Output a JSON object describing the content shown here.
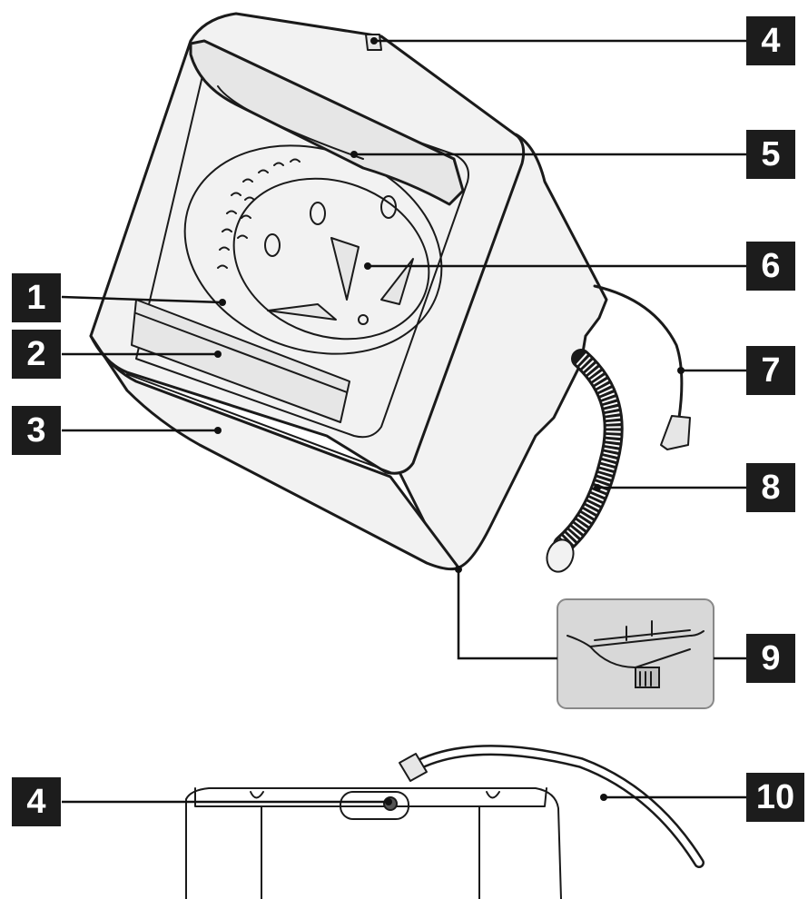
{
  "callouts": {
    "c1": "1",
    "c2": "2",
    "c3": "3",
    "c4_top": "4",
    "c5": "5",
    "c6": "6",
    "c7": "7",
    "c8": "8",
    "c9": "9",
    "c4_bottom": "4",
    "c10": "10"
  },
  "colors": {
    "callout_fill": "#1c1c1c",
    "callout_text": "#ffffff",
    "line_art": "#1a1a1a",
    "inset_background": "#d8d8d8"
  }
}
